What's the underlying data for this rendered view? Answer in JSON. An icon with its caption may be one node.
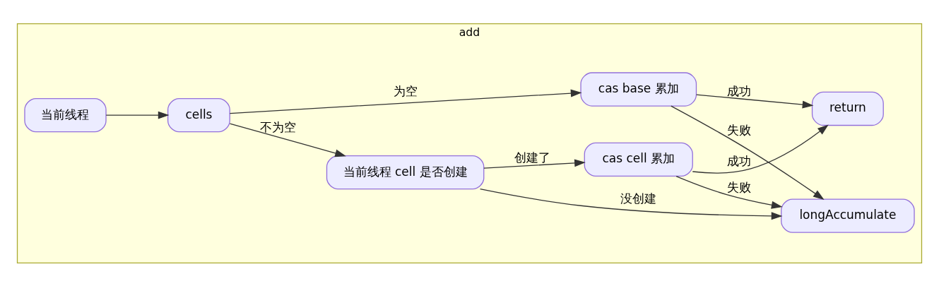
{
  "diagram": {
    "nodes": [
      {
        "text": [
          "add"
        ]
      },
      {
        "text": [
          "当前线程"
        ],
        "in": 0
      },
      {
        "text": [
          "cells"
        ],
        "in": 0
      },
      {
        "text": [
          "cas base 累加"
        ],
        "in": 0
      },
      {
        "text": [
          "当前线程 cell 是否创建"
        ],
        "in": 0
      },
      {
        "text": [
          "cas cell 累加"
        ],
        "in": 0
      },
      {
        "text": [
          "return"
        ],
        "in": 0
      },
      {
        "text": [
          "longAccumulate"
        ],
        "in": 0
      }
    ],
    "edges": [
      {
        "from": 1,
        "to": 2,
        "arrow": "to"
      },
      {
        "from": 2,
        "to": 3,
        "label": "为空",
        "arrow": "to"
      },
      {
        "from": 2,
        "to": 4,
        "label": "不为空",
        "arrow": "to"
      },
      {
        "from": 3,
        "to": 6,
        "label": "成功",
        "arrow": "to"
      },
      {
        "from": 3,
        "to": 7,
        "label": "失败",
        "arrow": "to"
      },
      {
        "from": 4,
        "to": 5,
        "label": "创建了",
        "arrow": "to"
      },
      {
        "from": 4,
        "to": 7,
        "label": "没创建",
        "arrow": "to"
      },
      {
        "from": 5,
        "to": 6,
        "label": "成功",
        "arrow": "to"
      },
      {
        "from": 5,
        "to": 7,
        "label": "失败",
        "arrow": "to"
      }
    ]
  }
}
